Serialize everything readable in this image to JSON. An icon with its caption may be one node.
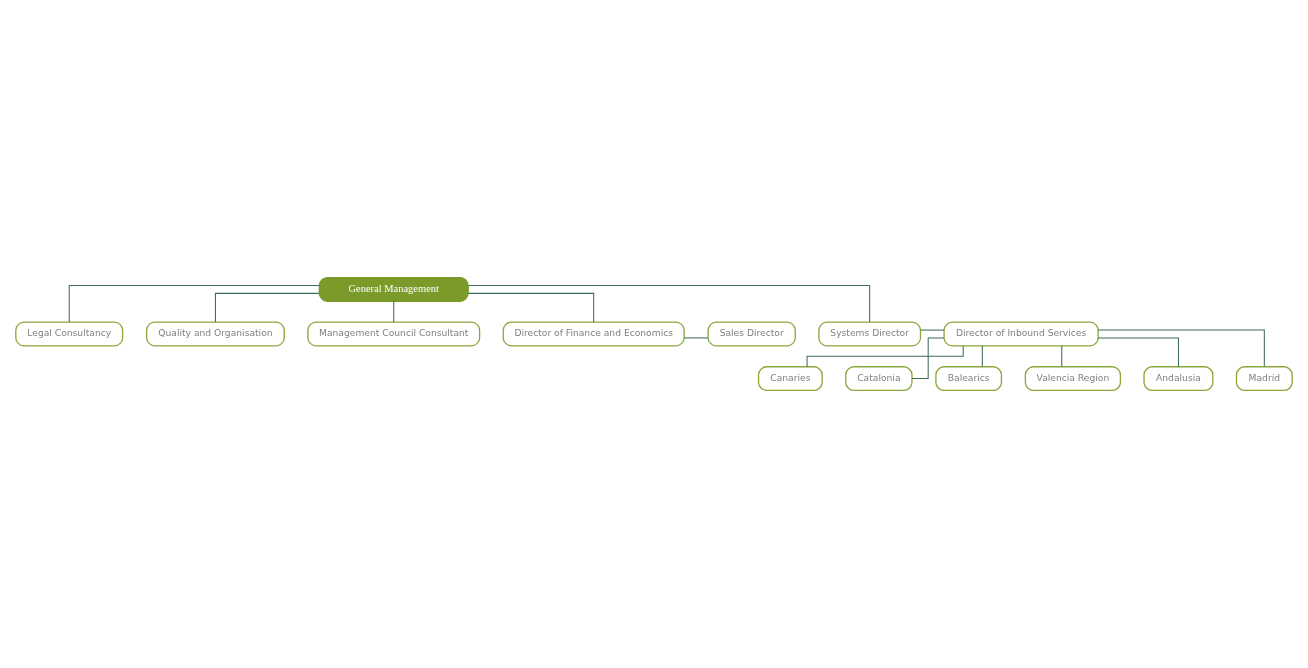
{
  "diagram": {
    "nodes": [
      {
        "text": [
          "General Management"
        ]
      },
      {
        "text": [
          "Legal Consultancy"
        ]
      },
      {
        "text": [
          "Quality and Organisation"
        ]
      },
      {
        "text": [
          "Management Council Consultant"
        ]
      },
      {
        "text": [
          "Sales Director"
        ]
      },
      {
        "text": [
          "Director of Finance and Economics"
        ]
      },
      {
        "text": [
          "Systems Director"
        ]
      },
      {
        "text": [
          "Director of Inbound Services"
        ]
      },
      {
        "text": [
          "Canaries"
        ]
      },
      {
        "text": [
          "Catalonia"
        ]
      },
      {
        "text": [
          "Balearics"
        ]
      },
      {
        "text": [
          "Valencia Region"
        ]
      },
      {
        "text": [
          "Andalusia"
        ]
      },
      {
        "text": [
          "Madrid"
        ]
      }
    ],
    "edges": [
      {
        "from": 0,
        "to": 1,
        "arrow": "none"
      },
      {
        "from": 0,
        "to": 2,
        "arrow": "none"
      },
      {
        "from": 0,
        "to": 3,
        "arrow": "none"
      },
      {
        "from": 0,
        "to": 5,
        "arrow": "none"
      },
      {
        "from": 0,
        "to": 6,
        "arrow": "none"
      },
      {
        "from": 5,
        "to": 4,
        "arrow": "none"
      },
      {
        "from": 6,
        "to": 7,
        "arrow": "none"
      },
      {
        "from": 7,
        "to": 8,
        "arrow": "none"
      },
      {
        "from": 7,
        "to": 9,
        "arrow": "none"
      },
      {
        "from": 7,
        "to": 10,
        "arrow": "none"
      },
      {
        "from": 7,
        "to": 11,
        "arrow": "none"
      },
      {
        "from": 7,
        "to": 12,
        "arrow": "none"
      },
      {
        "from": 7,
        "to": 13,
        "arrow": "none"
      }
    ]
  }
}
